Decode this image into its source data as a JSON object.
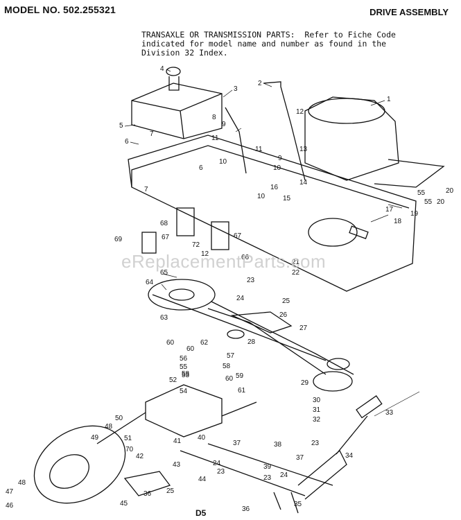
{
  "header": {
    "model": "MODEL NO. 502.255321",
    "section": "DRIVE ASSEMBLY"
  },
  "note": {
    "line1": "TRANSAXLE OR TRANSMISSION PARTS:  Refer to Fiche Code",
    "line2": "indicated for model name and number as found in the",
    "line3": "Division 32 Index."
  },
  "watermark": "eReplacementParts.com",
  "footer": "D5",
  "parts": [
    "1",
    "2",
    "3",
    "4",
    "5",
    "6",
    "7",
    "8",
    "9",
    "10",
    "11",
    "12",
    "13",
    "14",
    "15",
    "16",
    "17",
    "18",
    "19",
    "20",
    "21",
    "22",
    "23",
    "24",
    "25",
    "26",
    "27",
    "28",
    "29",
    "30",
    "31",
    "32",
    "33",
    "34",
    "35",
    "36",
    "37",
    "38",
    "39",
    "40",
    "41",
    "42",
    "43",
    "44",
    "45",
    "46",
    "47",
    "48",
    "49",
    "50",
    "51",
    "52",
    "53",
    "54",
    "55",
    "56",
    "57",
    "58",
    "59",
    "60",
    "61",
    "62",
    "63",
    "64",
    "65",
    "66",
    "67",
    "68",
    "69",
    "70",
    "72"
  ]
}
